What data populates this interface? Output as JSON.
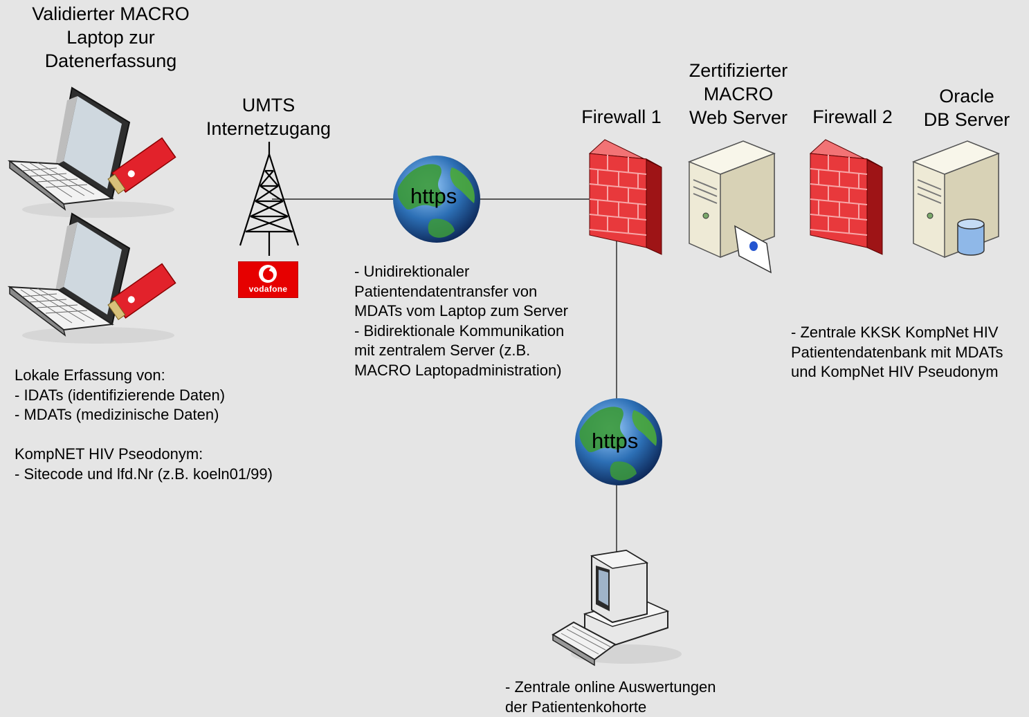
{
  "labels": {
    "laptop": [
      "Validierter MACRO",
      "Laptop zur",
      "Datenerfassung"
    ],
    "umts": [
      "UMTS",
      "Internetzugang"
    ],
    "firewall1": "Firewall 1",
    "webserver": [
      "Zertifizierter",
      "MACRO",
      "Web Server"
    ],
    "firewall2": "Firewall 2",
    "dbserver": [
      "Oracle",
      "DB Server"
    ]
  },
  "vodafone_logo_text": "vodafone",
  "globes": [
    "https",
    "https"
  ],
  "notes": {
    "local": [
      "Lokale Erfassung von:",
      "- IDATs (identifizierende Daten)",
      "- MDATs (medizinische Daten)",
      "",
      "KompNET HIV Pseodonym:",
      "- Sitecode und lfd.Nr (z.B. koeln01/99)"
    ],
    "transfer": [
      "- Unidirektionaler",
      "Patientendatentransfer von",
      "MDATs vom Laptop zum Server",
      "- Bidirektionale Kommunikation",
      "mit zentralem Server (z.B.",
      "MACRO Laptopadministration)"
    ],
    "database": [
      "- Zentrale KKSK KompNet HIV",
      "Patientendatenbank mit MDATs",
      "und KompNet HIV Pseudonym"
    ],
    "analysis": [
      "- Zentrale online Auswertungen",
      "der Patientenkohorte"
    ]
  },
  "colors": {
    "background": "#e5e5e5",
    "firewall_red": "#e8393c",
    "vodafone_red": "#e60000",
    "server_beige": "#eeead6",
    "globe_blue": "#2c6fb5",
    "globe_green": "#3c9a3a"
  }
}
